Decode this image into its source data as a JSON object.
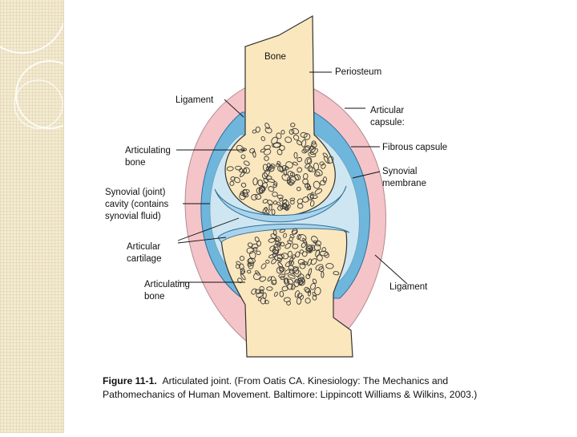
{
  "labels": {
    "bone": "Bone",
    "periosteum": "Periosteum",
    "ligament_top": "Ligament",
    "articular_capsule": [
      "Articular",
      "capsule:"
    ],
    "fibrous_capsule": "Fibrous capsule",
    "synovial_membrane": [
      "Synovial",
      "membrane"
    ],
    "articulating_bone_top": [
      "Articulating",
      "bone"
    ],
    "synovial_cavity": [
      "Synovial (joint)",
      "cavity (contains",
      "synovial fluid)"
    ],
    "articular_cartilage": [
      "Articular",
      "cartilage"
    ],
    "articulating_bone_bottom": [
      "Articulating",
      "bone"
    ],
    "ligament_bottom": "Ligament"
  },
  "caption": {
    "figure": "Figure 11-1.",
    "text": "Articulated joint. (From Oatis CA. Kinesiology: The Mechanics and Pathomechanics of Human Movement. Baltimore: Lippincott Williams & Wilkins, 2003.)"
  },
  "colors": {
    "bone": "#fbe7bd",
    "spongy_bone_outline": "#3a3a3a",
    "capsule_pink": "#f5c4c8",
    "synovial_blue": "#6fb6dd",
    "cavity_fluid": "#cde6f1",
    "cartilage": "#a9d3ec",
    "slide_band": "#f3ead0"
  }
}
